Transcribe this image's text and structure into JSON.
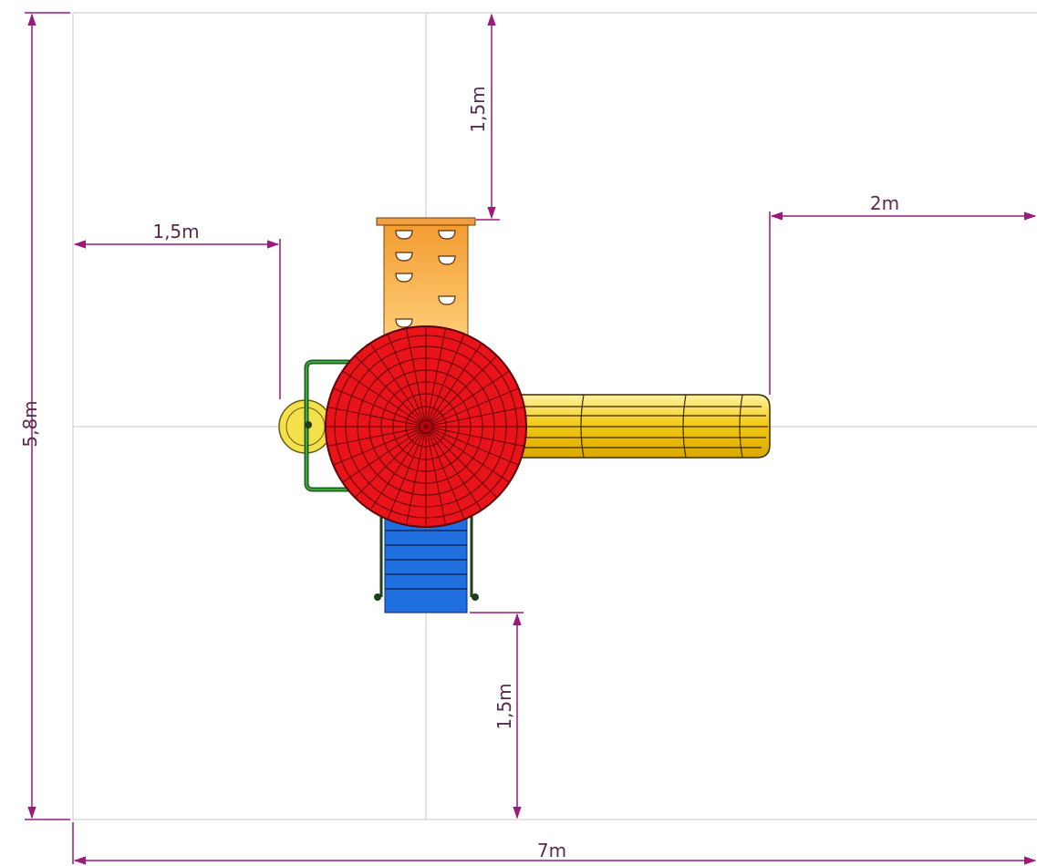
{
  "dimensions": {
    "total_width": "7m",
    "total_height": "5,8m",
    "top_clearance": "1,5m",
    "left_clearance": "1,5m",
    "right_clearance": "2m",
    "bottom_clearance": "1,5m"
  },
  "colors": {
    "dimension_line": "#9b1a7c",
    "guide_line": "#c8c8c8",
    "roof_red": "#e8141a",
    "roof_dark": "#8a0008",
    "climbing_wall_orange": "#f5a23a",
    "slide_yellow": "#f2c811",
    "stairs_blue": "#1f6fe0",
    "handrail_green": "#2a7a2a",
    "steering_wheel_yellow": "#f4e04a"
  }
}
